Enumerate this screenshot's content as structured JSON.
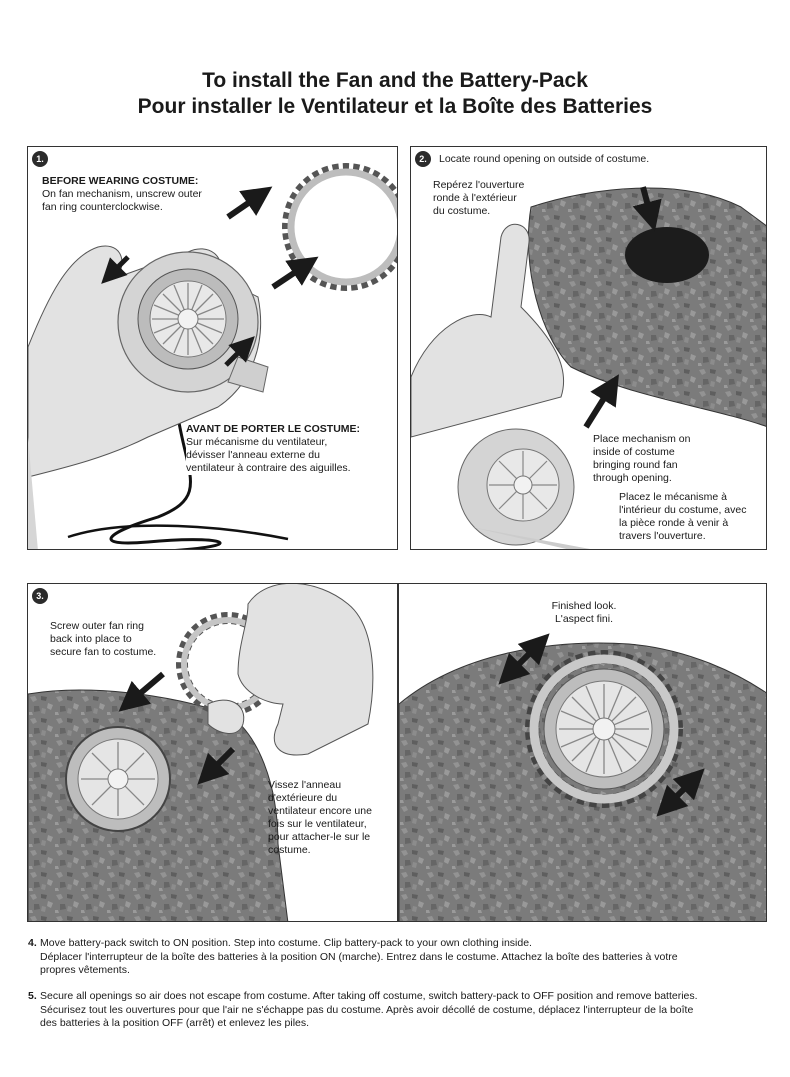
{
  "title": {
    "line1": "To install the Fan and the Battery-Pack",
    "line2": "Pour installer le Ventilateur et la Boîte des Batteries"
  },
  "panel1": {
    "number": "1.",
    "en_heading": "BEFORE WEARING COSTUME:",
    "en_text": [
      "On fan mechanism, unscrew outer",
      "fan ring counterclockwise."
    ],
    "fr_heading": "AVANT DE PORTER LE COSTUME:",
    "fr_text": [
      "Sur mécanisme du ventilateur,",
      "dévisser l'anneau externe du",
      "ventilateur à contraire des aiguilles."
    ]
  },
  "panel2": {
    "number": "2.",
    "en_top": "Locate round opening on outside of costume.",
    "fr_top": [
      "Repérez l'ouverture",
      "ronde à l'extérieur",
      "du costume."
    ],
    "en_bottom": [
      "Place mechanism on",
      "inside of costume",
      "bringing round fan",
      "through opening."
    ],
    "fr_bottom": [
      "Placez le mécanisme à",
      "l'intérieur du costume, avec",
      "la pièce ronde à venir à",
      "travers l'ouverture."
    ]
  },
  "panel3": {
    "number": "3.",
    "en_text": [
      "Screw outer fan ring",
      "back into place to",
      "secure fan to costume."
    ],
    "fr_text": [
      "Vissez l'anneau",
      "d'extérieure du",
      "ventilateur encore une",
      "fois sur le ventilateur,",
      "pour attacher-le sur le",
      "costume."
    ]
  },
  "panel4": {
    "en_text": "Finished look.",
    "fr_text": "L'aspect fini."
  },
  "steps": [
    {
      "number": "4.",
      "en": "Move battery-pack switch to ON position. Step into costume. Clip battery-pack to your own clothing inside.",
      "fr": [
        "Déplacer l'interrupteur de la boîte des batteries à la position ON (marche). Entrez dans le costume. Attachez la boîte des batteries à votre",
        "propres vêtements."
      ]
    },
    {
      "number": "5.",
      "en": "Secure all openings so air does not escape from costume. After taking off costume, switch battery-pack to OFF position and remove batteries.",
      "fr": [
        "Sécurisez tout les ouvertures pour que l'air ne s'échappe pas du costume. Après avoir décollé de costume, déplacez l'interrupteur de la boîte",
        "des batteries à la position OFF (arrêt) et enlevez les piles."
      ]
    }
  ],
  "colors": {
    "rock": "#7a7a7a",
    "rock_dark": "#5a5a5a",
    "glove": "#e4e4e4",
    "fan": "#cfcfcf",
    "arrow": "#1a1a1a",
    "opening": "#1c1c1c"
  }
}
